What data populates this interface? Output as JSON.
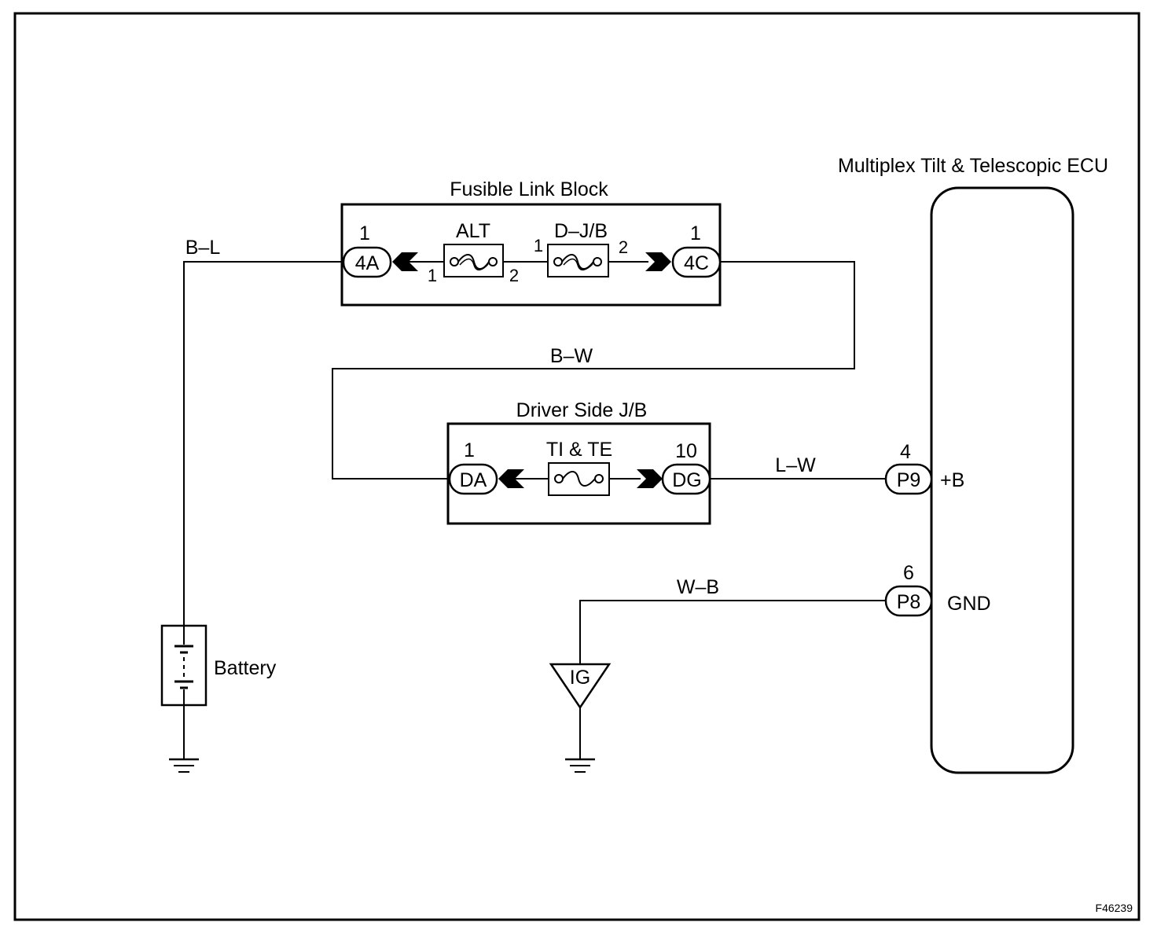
{
  "figure_id": "F46239",
  "ecu": {
    "title": "Multiplex Tilt & Telescopic ECU",
    "terminals": [
      {
        "pin": "4",
        "connector": "P9",
        "signal": "+B"
      },
      {
        "pin": "6",
        "connector": "P8",
        "signal": "GND"
      }
    ]
  },
  "fusible_link_block": {
    "title": "Fusible Link Block",
    "left_connector": {
      "pin": "1",
      "name": "4A"
    },
    "right_connector": {
      "pin": "1",
      "name": "4C"
    },
    "fuses": [
      {
        "name": "ALT",
        "pin_left": "1",
        "pin_right": "2"
      },
      {
        "name": "D–J/B",
        "pin_left": "1",
        "pin_right": "2"
      }
    ]
  },
  "driver_side_jb": {
    "title": "Driver Side J/B",
    "left_connector": {
      "pin": "1",
      "name": "DA"
    },
    "right_connector": {
      "pin": "10",
      "name": "DG"
    },
    "fuse": "TI & TE"
  },
  "wires": {
    "battery_to_4a": "B–L",
    "4c_to_da": "B–W",
    "dg_to_p9": "L–W",
    "ig_to_p8": "W–B"
  },
  "battery": {
    "label": "Battery"
  },
  "ignition": {
    "label": "IG"
  }
}
